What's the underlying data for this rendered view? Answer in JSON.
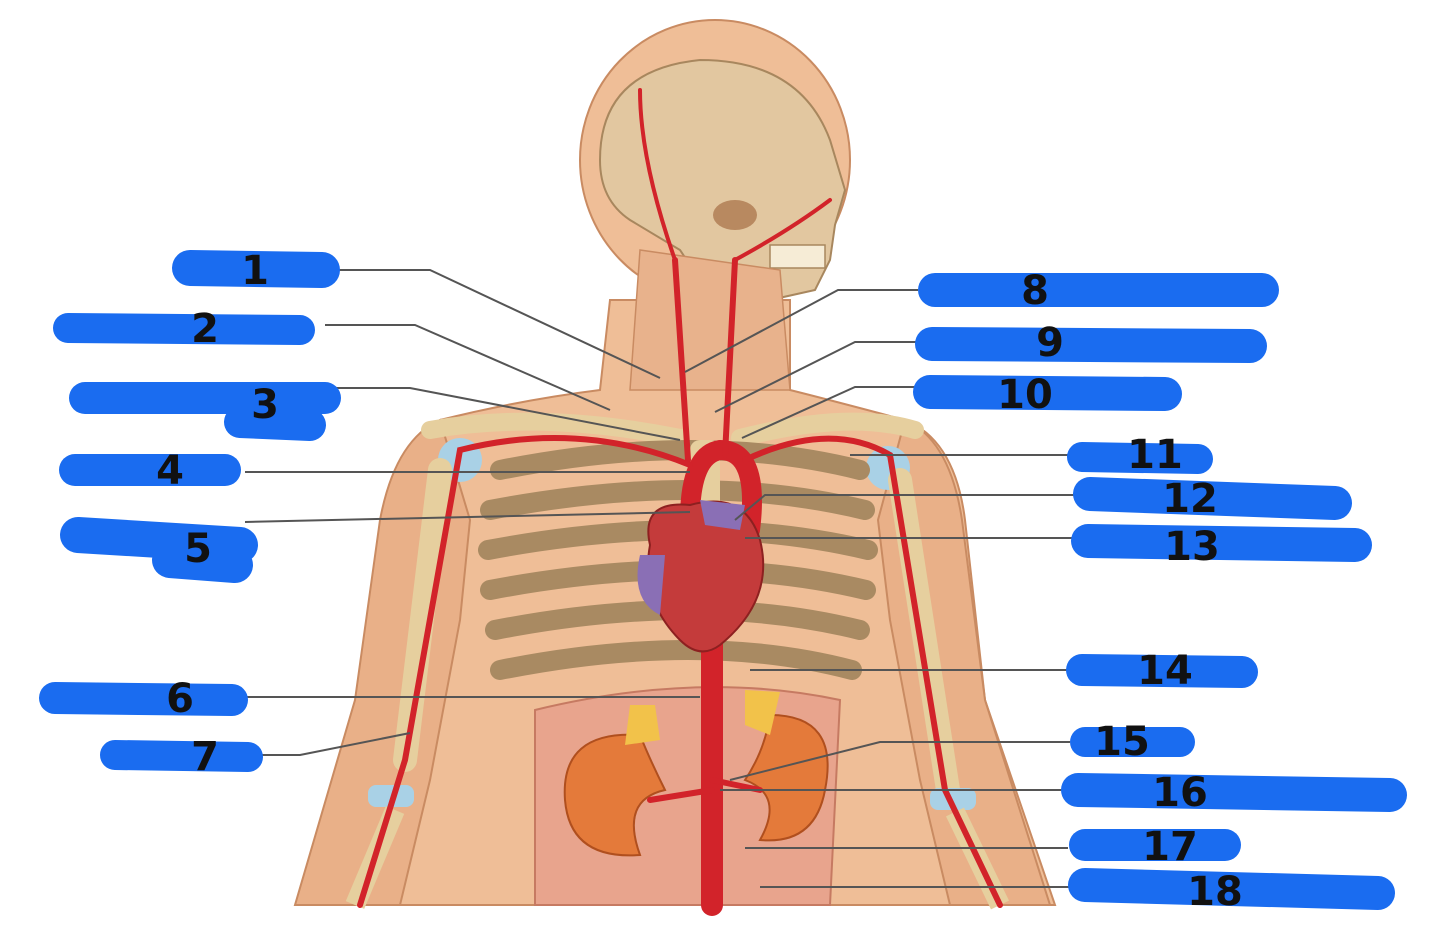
{
  "figure": {
    "labels_left": [
      "1",
      "2",
      "3",
      "4",
      "5",
      "6",
      "7"
    ],
    "labels_right": [
      "8",
      "9",
      "10",
      "11",
      "12",
      "13",
      "14",
      "15",
      "16",
      "17",
      "18"
    ]
  },
  "colors": {
    "highlight": "#1a6cf0",
    "skin": "#efbe97",
    "skin_shadow": "#d99a72",
    "bone": "#e6cf9e",
    "rib": "#a98a62",
    "artery": "#d2232a",
    "heart": "#c43b3b",
    "vein_blue": "#8a6fb5",
    "kidney": "#e47a3a",
    "adrenal": "#f2c24a",
    "abdomen": "#e8a48d",
    "leader": "#555555",
    "number": "#111111"
  }
}
